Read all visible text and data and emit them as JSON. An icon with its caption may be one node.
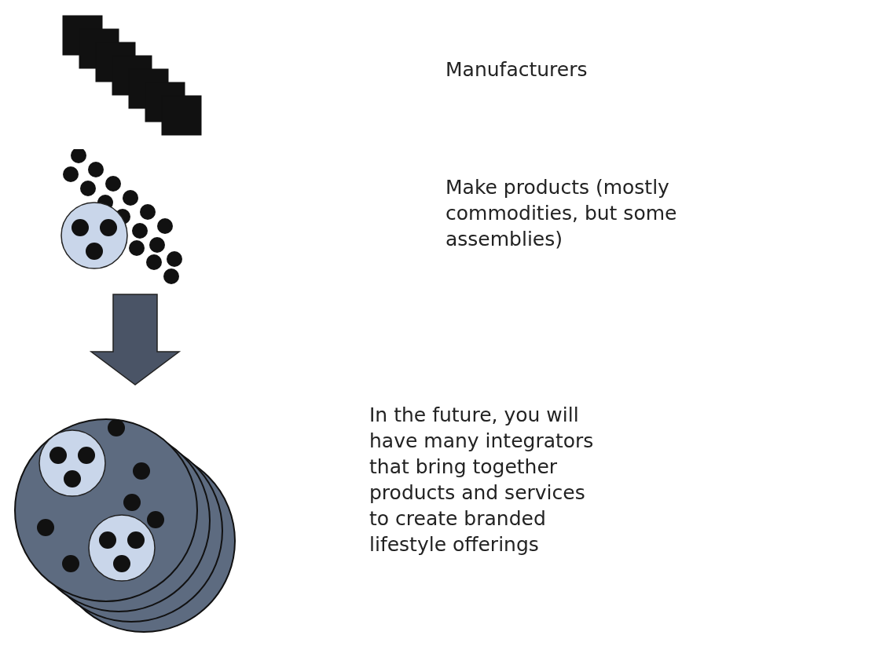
{
  "diagram": {
    "nodes": [
      {
        "text": [],
        "shape": "picture"
      },
      {
        "text": [],
        "shape": "picture"
      },
      {
        "text": [],
        "shape": "picture"
      }
    ],
    "edges": [
      {
        "from": 1,
        "to": 2,
        "arrow": "to",
        "style": "thick"
      }
    ],
    "labels": [
      "Manufacturers",
      "Make products (mostly commodities, but some assemblies)",
      "In the future, you will have many integrators that bring together products and services to create branded lifestyle offerings"
    ]
  }
}
